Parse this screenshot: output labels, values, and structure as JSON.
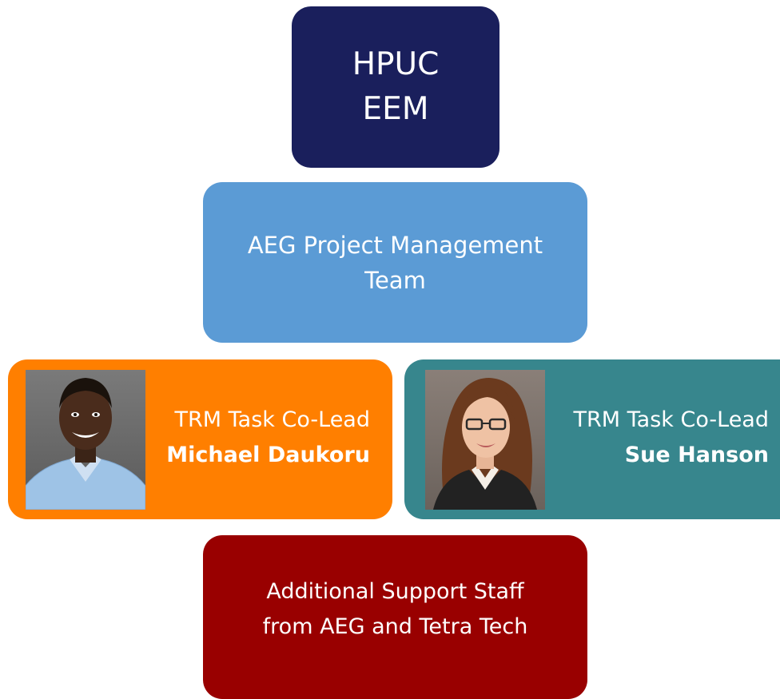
{
  "nodes": {
    "top": {
      "lines": [
        "HPUC",
        "EEM"
      ],
      "color": "#1a1f5c"
    },
    "project_management": {
      "lines": [
        "AEG Project Management",
        "Team"
      ],
      "color": "#5b9bd5"
    },
    "lead_left": {
      "role": "TRM Task Co-Lead",
      "person": "Michael Daukoru",
      "color": "#ff7f00"
    },
    "lead_right": {
      "role": "TRM Task Co-Lead",
      "person": "Sue Hanson",
      "color": "#37868d"
    },
    "support": {
      "lines": [
        "Additional Support Staff",
        "from AEG and Tetra Tech"
      ],
      "color": "#990000"
    }
  }
}
